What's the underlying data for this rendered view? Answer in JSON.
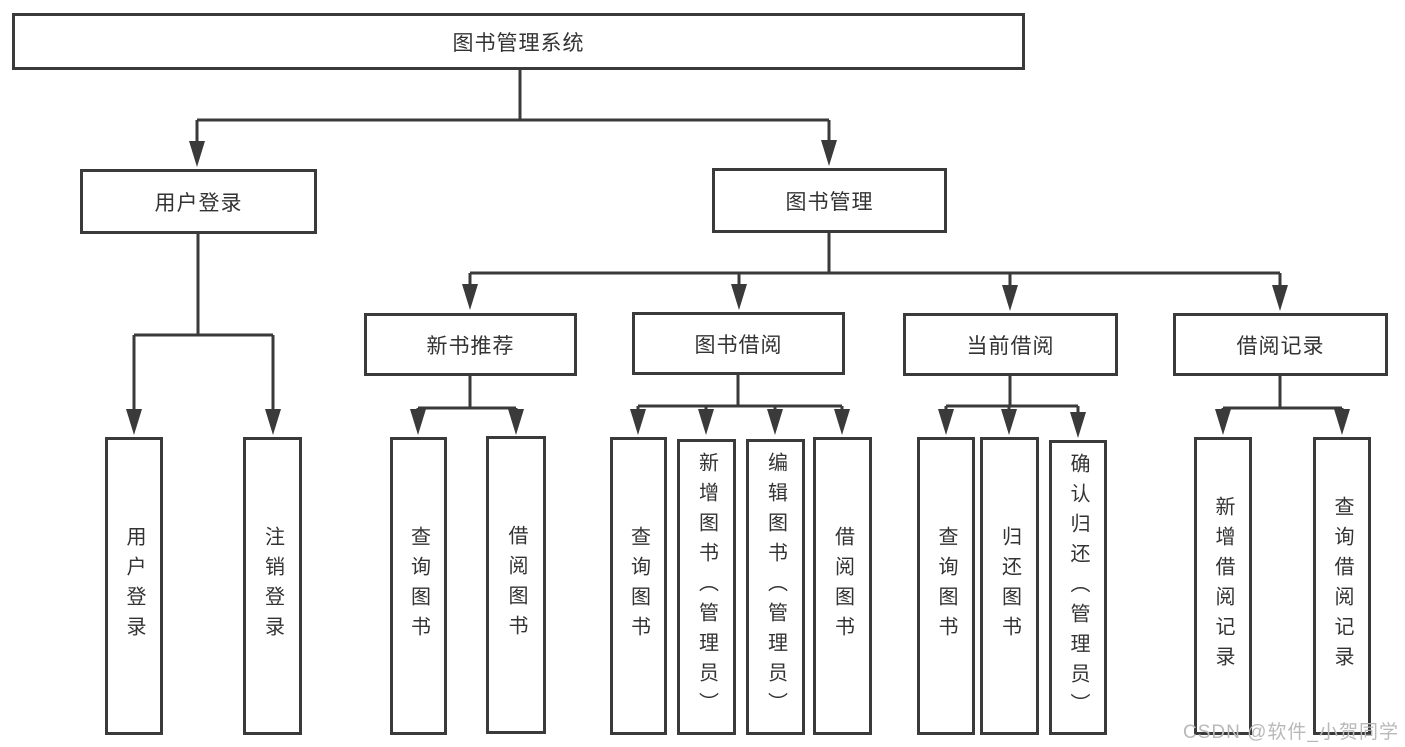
{
  "diagram": {
    "title": "图书管理系统",
    "root": {
      "label": "图书管理系统"
    },
    "level2": [
      {
        "label": "用户登录"
      },
      {
        "label": "图书管理"
      }
    ],
    "level3": [
      {
        "label": "新书推荐"
      },
      {
        "label": "图书借阅"
      },
      {
        "label": "当前借阅"
      },
      {
        "label": "借阅记录"
      }
    ],
    "leaves": {
      "user_login": [
        "用户登录",
        "注销登录"
      ],
      "new_book": [
        "查询图书",
        "借阅图书"
      ],
      "book_borrow": [
        "查询图书",
        "新增图书（管理员）",
        "编辑图书（管理员）",
        "借阅图书"
      ],
      "current_borrow": [
        "查询图书",
        "归还图书",
        "确认归还（管理员）"
      ],
      "borrow_record": [
        "新增借阅记录",
        "查询借阅记录"
      ]
    }
  },
  "watermark": {
    "text": "CSDN @软件_小贺同学"
  },
  "colors": {
    "line": "#3a3a3a",
    "text": "#333333",
    "background": "#ffffff",
    "watermark": "#b9b9b9"
  }
}
